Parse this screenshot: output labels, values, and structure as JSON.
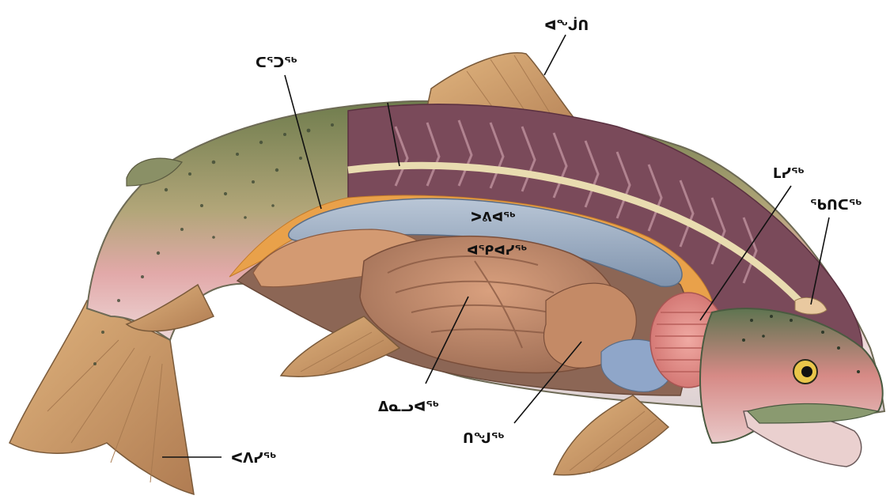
{
  "labels": {
    "dorsal_fin": "ᐊᖕᒎᑎ",
    "membrane": "ᑕᕐᑐᖅ",
    "gills": "ᒪᓯᖅ",
    "brain": "ᖃᑎᑕᖅ",
    "swim_bladder": "ᐳᕕᐊᖅ",
    "stomach": "ᐊᕿᐊᓯᖅ",
    "intestines": "ᐃᓇᓗᐊᖅ",
    "liver": "ᑎᖑᖅ",
    "tail": "ᐸᐱᓯᖅ"
  },
  "colors": {
    "muscle": "#7a4a5a",
    "swim_bladder": "#9fb0c4",
    "stomach": "#c8906c",
    "intestines": "#b87f60",
    "gills": "#e89a94",
    "skin_back": "#7d8a5a",
    "skin_belly": "#e8cfd0",
    "fin": "#c99a6a"
  }
}
